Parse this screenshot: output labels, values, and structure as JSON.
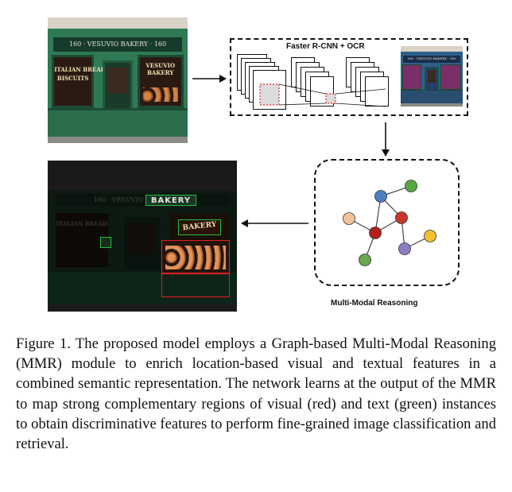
{
  "figure": {
    "pipeline_label": "Faster R-CNN + OCR",
    "reasoning_label": "Multi-Modal Reasoning",
    "photo_sign": "160 · VESUVIO  BAKERY · 160",
    "bakery_text": "BAKERY",
    "window_left_text": "ITALIAN BREAD",
    "window_left_text2": "BISCUITS",
    "window_right_text": "VESUVIO",
    "window_right_text2": "BAKERY",
    "node_colors": [
      "#4a7fc1",
      "#5aa845",
      "#f2c29a",
      "#c9362b",
      "#b61d1d",
      "#f1c232",
      "#8e7cc3",
      "#6aa84f"
    ],
    "highlight_red": "#e02020",
    "highlight_green": "#20c040"
  },
  "caption": {
    "text": "Figure 1. The proposed model employs a Graph-based Multi-Modal Reasoning (MMR) module to enrich location-based visual and textual features in a combined semantic representation. The network learns at the output of the MMR to map strong complementary regions of visual (red) and text (green) instances to obtain discriminative features to perform fine-grained image classification and retrieval."
  }
}
